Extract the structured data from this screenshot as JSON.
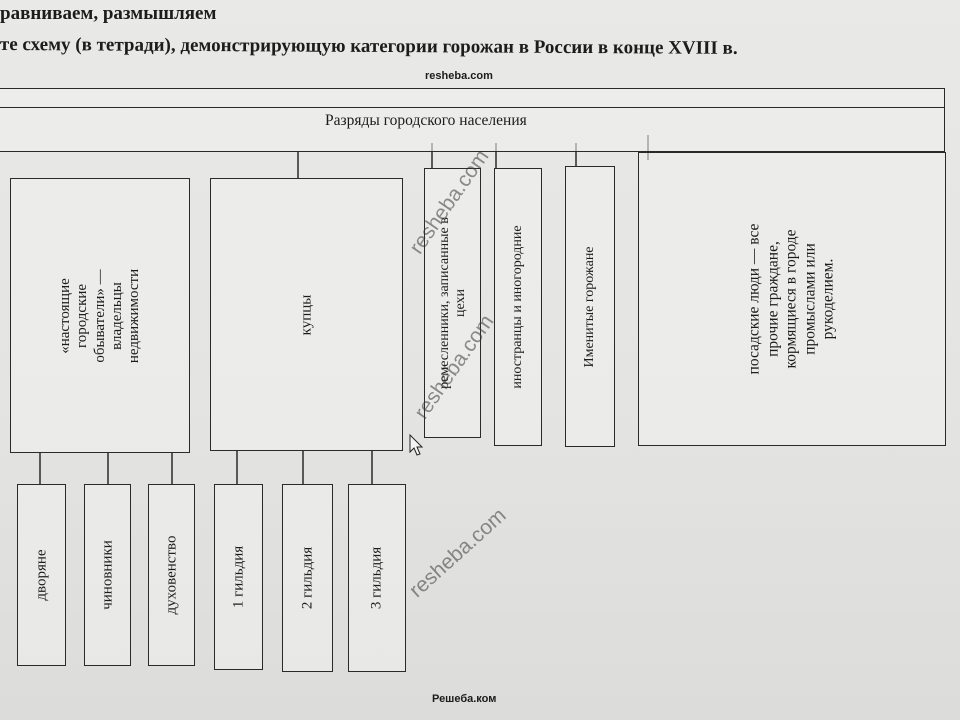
{
  "heading_line1": "равниваем, размышляем",
  "heading_line2": "те схему (в тетради), демонстрирующую категории горожан в России в конце XVIII в.",
  "watermark_top": "resheba.com",
  "watermark_bottom": "Решеба.ком",
  "watermark_diag": "resheba.com",
  "root": "Разряды городского населения",
  "categories": {
    "c1": "«настоящие\nгородские\nобыватели» —\nвладельцы\nнедвижимости",
    "c2": "купцы",
    "c3": "ремесленники, записанные в\nцехи",
    "c4": "иностранцы и иногородние",
    "c5": "Именитые горожане",
    "c6": "посадские люди — все\nпрочие граждане,\nкормящиеся в городе\nпромыслами или\nрукоделием."
  },
  "sub": {
    "s1": "дворяне",
    "s2": "чиновники",
    "s3": "духовенство",
    "s4": "1 гильдия",
    "s5": "2 гильдия",
    "s6": "3 гильдия"
  }
}
